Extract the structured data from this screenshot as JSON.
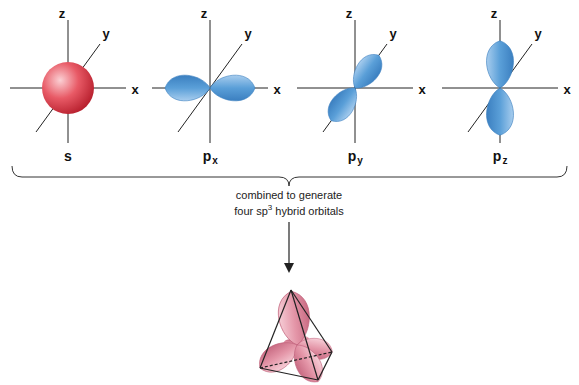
{
  "diagram": {
    "labels": [
      "z",
      "y",
      "x",
      "s",
      "z",
      "y",
      "x",
      "p",
      "x",
      "z",
      "y",
      "x",
      "p",
      "y",
      "z",
      "y",
      "x",
      "p",
      "z",
      "combined to generate",
      "four sp",
      "3",
      "hybrid orbitals"
    ]
  }
}
